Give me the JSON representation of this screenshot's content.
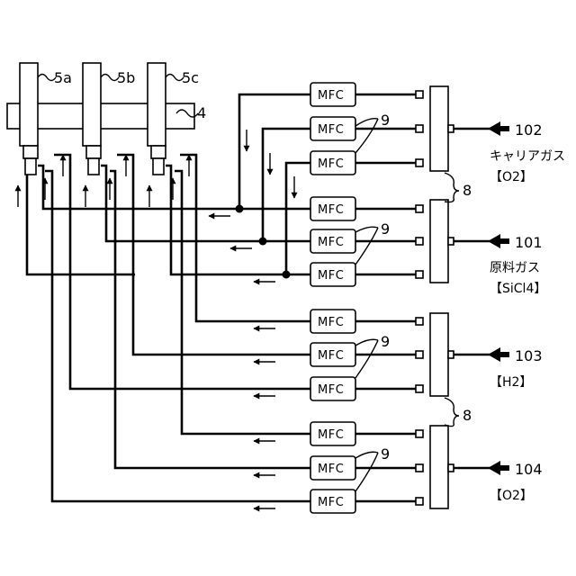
{
  "burners": [
    {
      "label": "5a"
    },
    {
      "label": "5b"
    },
    {
      "label": "5c"
    }
  ],
  "header_label": "4",
  "mfc_label": "MFC",
  "valve_group_label": "9",
  "manifold_label": "8",
  "gas_inputs": [
    {
      "number": "102",
      "name": "キャリアガス",
      "formula": "【O2】"
    },
    {
      "number": "101",
      "name": "原料ガス",
      "formula": "【SiCl4】"
    },
    {
      "number": "103",
      "name": "",
      "formula": "【H2】"
    },
    {
      "number": "104",
      "name": "",
      "formula": "【O2】"
    }
  ]
}
